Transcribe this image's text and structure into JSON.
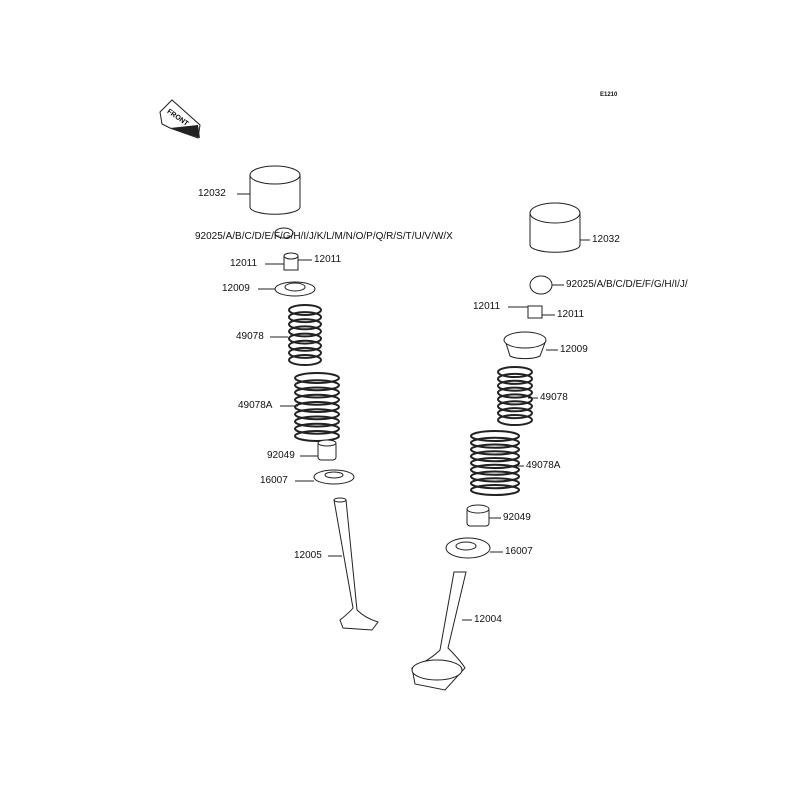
{
  "diagram_code": "E1210",
  "front_badge": "FRONT",
  "left_assembly": {
    "lifter": "12032",
    "shim": "92025/A/B/C/D/E/F/G/H/I/J/K/L/M/N/O/P/Q/R/S/T/U/V/W/X",
    "cotter_left": "12011",
    "cotter_right": "12011",
    "retainer": "12009",
    "inner_spring": "49078",
    "outer_spring": "49078A",
    "seal": "92049",
    "seat": "16007",
    "valve": "12005"
  },
  "right_assembly": {
    "lifter": "12032",
    "shim": "92025/A/B/C/D/E/F/G/H/I/J/",
    "cotter_left": "12011",
    "cotter_right": "12011",
    "retainer": "12009",
    "inner_spring": "49078",
    "outer_spring": "49078A",
    "seal": "92049",
    "seat": "16007",
    "valve": "12004"
  }
}
